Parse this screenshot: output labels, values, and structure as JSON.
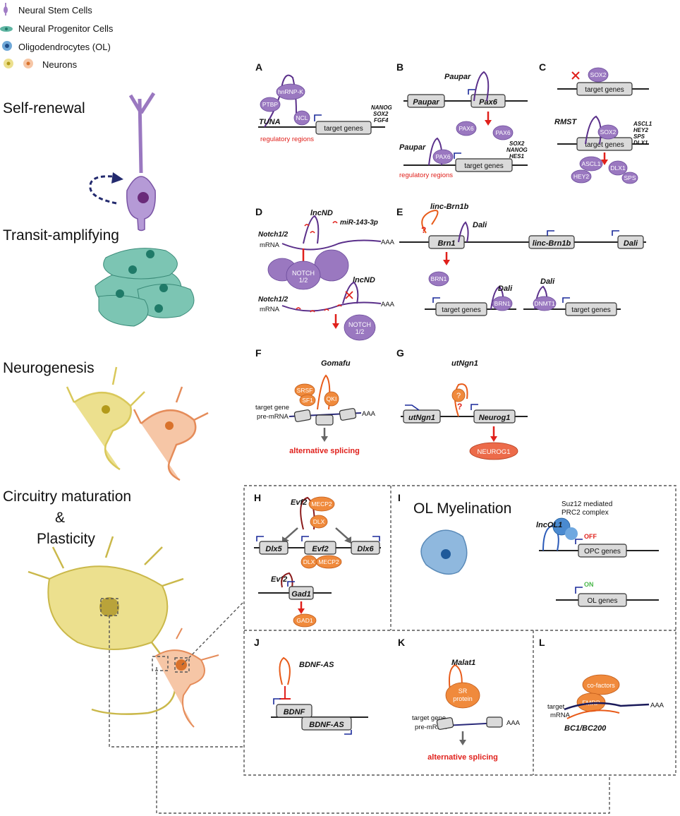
{
  "legend": {
    "nsc": "Neural Stem Cells",
    "npc": "Neural Progenitor Cells",
    "ol": "Oligodendrocytes (OL)",
    "neurons": "Neurons"
  },
  "stages": {
    "self_renewal": "Self-renewal",
    "transit": "Transit-amplifying",
    "neurogenesis": "Neurogenesis",
    "circuitry1": "Circuitry maturation",
    "circuitry2": "&",
    "circuitry3": "Plasticity"
  },
  "panel_letters": [
    "A",
    "B",
    "C",
    "D",
    "E",
    "F",
    "G",
    "H",
    "I",
    "J",
    "K",
    "L"
  ],
  "panelA": {
    "hnrnpk": "hnRNP-K",
    "ptbp": "PTBP",
    "ncl": "NCL",
    "tuna": "TUNA",
    "targets": "target genes",
    "genes": [
      "NANOG",
      "SOX2",
      "FGF4"
    ],
    "reg": "regulatory regions"
  },
  "panelB": {
    "paupar": "Paupar",
    "pax6": "Pax6",
    "pax6p": "PAX6",
    "targets": "target genes",
    "genes": [
      "SOX2",
      "NANOG",
      "HES1"
    ],
    "reg": "regulatory regions"
  },
  "panelC": {
    "sox2": "SOX2",
    "targets": "target genes",
    "rmst": "RMST",
    "genes": [
      "ASCL1",
      "HEY2",
      "SPS",
      "DLX1"
    ],
    "ascl1": "ASCL1",
    "hey2": "HEY2",
    "dlx1": "DLX1",
    "sps": "SPS"
  },
  "panelD": {
    "lncnd": "lncND",
    "mir": "miR-143-3p",
    "notch": "Notch1/2",
    "mrna": "mRNA",
    "aaa": "AAA",
    "notchp1": "NOTCH",
    "notchp2": "1/2"
  },
  "panelE": {
    "lincbrn1b": "linc-Brn1b",
    "dali": "Dali",
    "brn1": "Brn1",
    "lincbox": "linc-Brn1b",
    "dalibox": "Dali",
    "brn1p": "BRN1",
    "targets": "target genes",
    "dnmt1": "DNMT1"
  },
  "panelF": {
    "gomafu": "Gomafu",
    "srsf": "SRSF",
    "sf1": "SF1",
    "qki": "QKI",
    "tg1": "target gene",
    "tg2": "pre-mRNA",
    "aaa": "AAA",
    "splice": "alternative splicing"
  },
  "panelG": {
    "utngn1": "utNgn1",
    "utbox": "utNgn1",
    "neurog1": "Neurog1",
    "q": "?",
    "neurog1p": "NEUROG1"
  },
  "panelH": {
    "evf2": "Evf2",
    "mecp2": "MECP2",
    "dlx": "DLX",
    "dlx5": "Dlx5",
    "evf2box": "Evf2",
    "dlx6": "Dlx6",
    "gad1": "Gad1",
    "gad1p": "GAD1"
  },
  "panelI": {
    "title": "OL Myelination",
    "suz12a": "Suz12 mediated",
    "suz12b": "PRC2 complex",
    "lncol1": "lncOL1",
    "off": "OFF",
    "opc": "OPC genes",
    "on": "ON",
    "olg": "OL genes"
  },
  "panelJ": {
    "bdnfas": "BDNF-AS",
    "bdnf": "BDNF",
    "bdnfasbox": "BDNF-AS"
  },
  "panelK": {
    "malat1": "Malat1",
    "sr1": "SR",
    "sr2": "protein",
    "tg1": "target gene",
    "tg2": "pre-mRNA",
    "aaa": "AAA",
    "splice": "alternative splicing"
  },
  "panelL": {
    "cof": "co-factors",
    "fmrp": "FMRP",
    "target": "target",
    "mrna": "mRNA",
    "aaa": "AAA",
    "bc": "BC1/BC200"
  },
  "colors": {
    "purple": "#9a78c0",
    "orange": "#f08a3c",
    "red": "#e0201b",
    "teal": "#5fb5a3",
    "yellow": "#e8d67a",
    "blue": "#6fa8d8"
  }
}
